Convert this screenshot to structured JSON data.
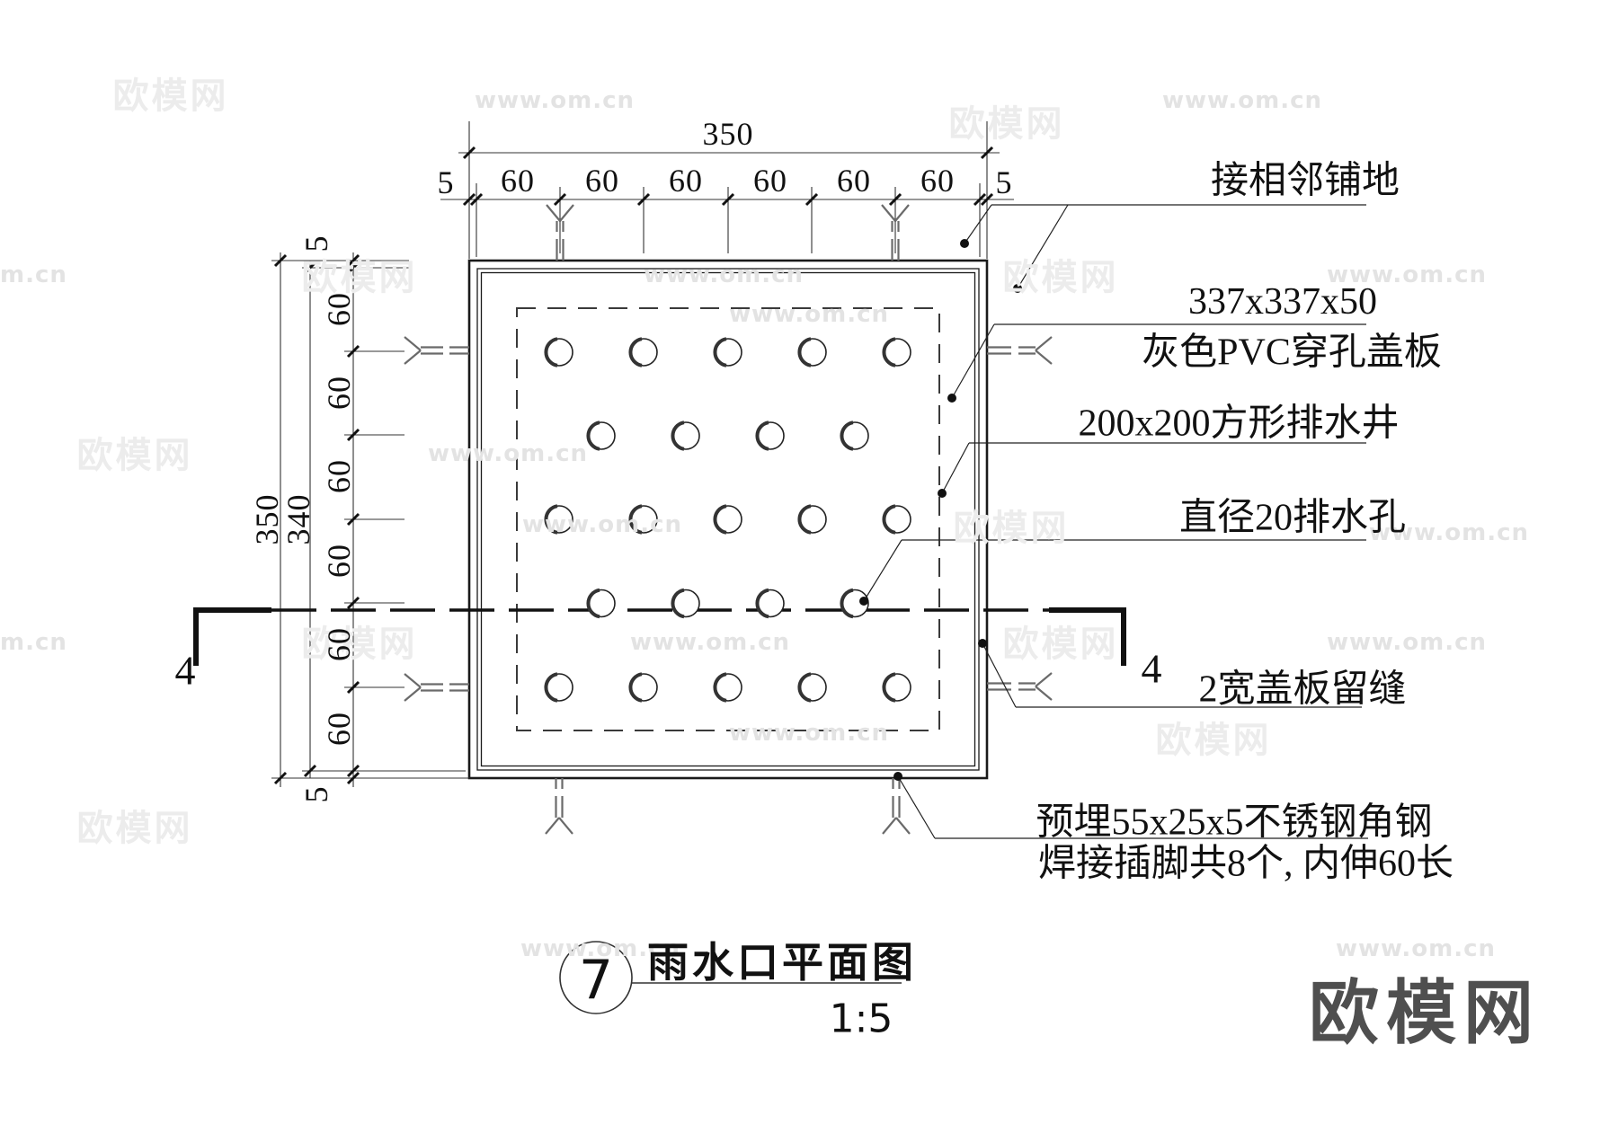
{
  "page": {
    "background": "#ffffff",
    "line_color": "#1a1a1a",
    "dashed_color": "#3a3a3a"
  },
  "title_block": {
    "number": "7",
    "title": "雨水口平面图",
    "scale": "1:5"
  },
  "section_markers": {
    "left": "4",
    "right": "4"
  },
  "dimensions": {
    "top": {
      "overall": "350",
      "seg_small_left": "5",
      "segments": [
        "60",
        "60",
        "60",
        "60",
        "60",
        "60"
      ],
      "seg_small_right": "5"
    },
    "left": {
      "overall": "350",
      "inner": "340",
      "seg_small_top": "5",
      "segments": [
        "60",
        "60",
        "60",
        "60",
        "60",
        "60"
      ],
      "seg_small_bottom": "5"
    }
  },
  "annotations": {
    "paving": "接相邻铺地",
    "cover_size": "337x337x50",
    "cover": "灰色PVC穿孔盖板",
    "well": "200x200方形排水井",
    "hole": "直径20排水孔",
    "gap": "2宽盖板留缝",
    "angle_line1": "预埋55x25x5不锈钢角钢",
    "angle_line2": "焊接插脚共8个, 内伸60长"
  },
  "holes_grid": {
    "rows": [
      5,
      4,
      5,
      4,
      5
    ],
    "hole_label": "直径20排水孔"
  },
  "watermarks": {
    "brand": "欧模网",
    "url": "www.om.cn",
    "domain": "om.cn",
    "logo_color": "#4f4f4f"
  }
}
